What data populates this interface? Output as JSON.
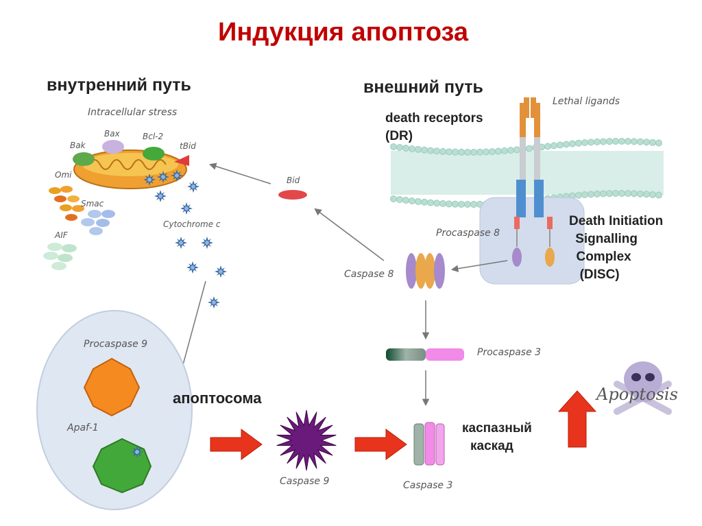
{
  "title": "Индукция апоптоза",
  "intrinsic": {
    "heading": "внутренний путь",
    "stress": "Intracellular stress",
    "bax": "Bax",
    "bcl2": "Bcl-2",
    "bak": "Bak",
    "tbid": "tBid",
    "omi": "Omi",
    "smac": "Smac",
    "aif": "AIF",
    "cytochrome": "Cytochrome c"
  },
  "extrinsic": {
    "heading": "внешний путь",
    "death_receptors_1": "death receptors",
    "death_receptors_2": "(DR)",
    "lethal_ligands": "Lethal ligands",
    "bid": "Bid",
    "procaspase8": "Procaspase 8",
    "caspase8": "Caspase 8",
    "disc_1": "Death Initiation",
    "disc_2": "Signalling",
    "disc_3": "Complex",
    "disc_4": "(DISC)",
    "procaspase3": "Procaspase 3"
  },
  "apoptosome": {
    "procaspase9": "Procaspase 9",
    "apaf1": "Apaf-1",
    "label": "апоптосома",
    "caspase9": "Caspase 9"
  },
  "cascade": {
    "caspase3": "Caspase 3",
    "label_1": "каспазный",
    "label_2": "каскад",
    "apoptosis": "Apoptosis"
  },
  "colors": {
    "title": "#c00000",
    "arrow_red": "#e8341c",
    "membrane": "#c7e4dc",
    "mitochondria": "#f0a030",
    "disc_box": "#d2dcec",
    "caspase9": "#6a1a7a"
  }
}
